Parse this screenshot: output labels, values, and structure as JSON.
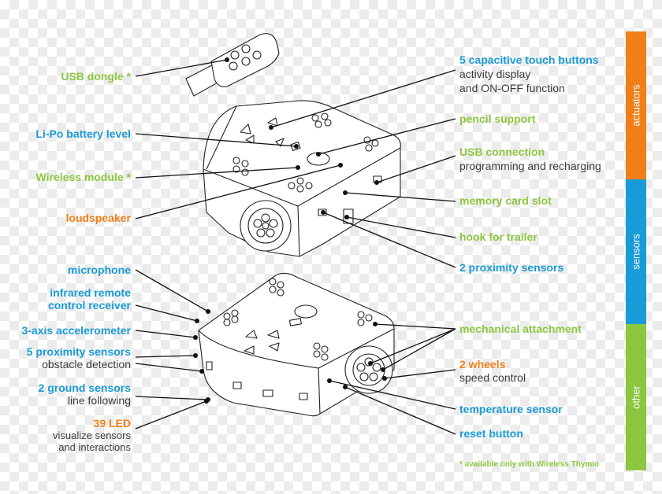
{
  "labels": {
    "usb_dongle": "USB dongle *",
    "battery": "Li-Po battery level",
    "wireless": "Wireless  module *",
    "loudspeaker": "loudspeaker",
    "microphone": "microphone",
    "ir_line1": "infrared remote",
    "ir_line2": "control receiver",
    "accelerometer": "3-axis accelerometer",
    "prox5": "5 proximity sensors",
    "prox5_sub": "obstacle detection",
    "ground": "2 ground sensors",
    "ground_sub": "line following",
    "led": "39 LED",
    "led_sub1": "visualize sensors",
    "led_sub2": "and interactions",
    "touch": "5 capacitive touch buttons",
    "touch_sub1": "activity display",
    "touch_sub2": "and ON-OFF function",
    "pencil": "pencil support",
    "usb_conn": "USB connection",
    "usb_conn_sub": "programming and recharging",
    "memory": "memory card slot",
    "hook": "hook for trailer",
    "prox2": "2 proximity sensors",
    "mech": "mechanical attachment",
    "wheels": "2 wheels",
    "wheels_sub": "speed control",
    "temp": "temperature sensor",
    "reset": "reset button"
  },
  "categories": {
    "actuators": "actuators",
    "sensors": "sensors",
    "other": "other"
  },
  "footnote": "*  available only with Wireless Thymio",
  "colors": {
    "green": "#8cc63f",
    "blue": "#1a9ad6",
    "orange": "#f07f1b",
    "text": "#3a3a3a"
  }
}
